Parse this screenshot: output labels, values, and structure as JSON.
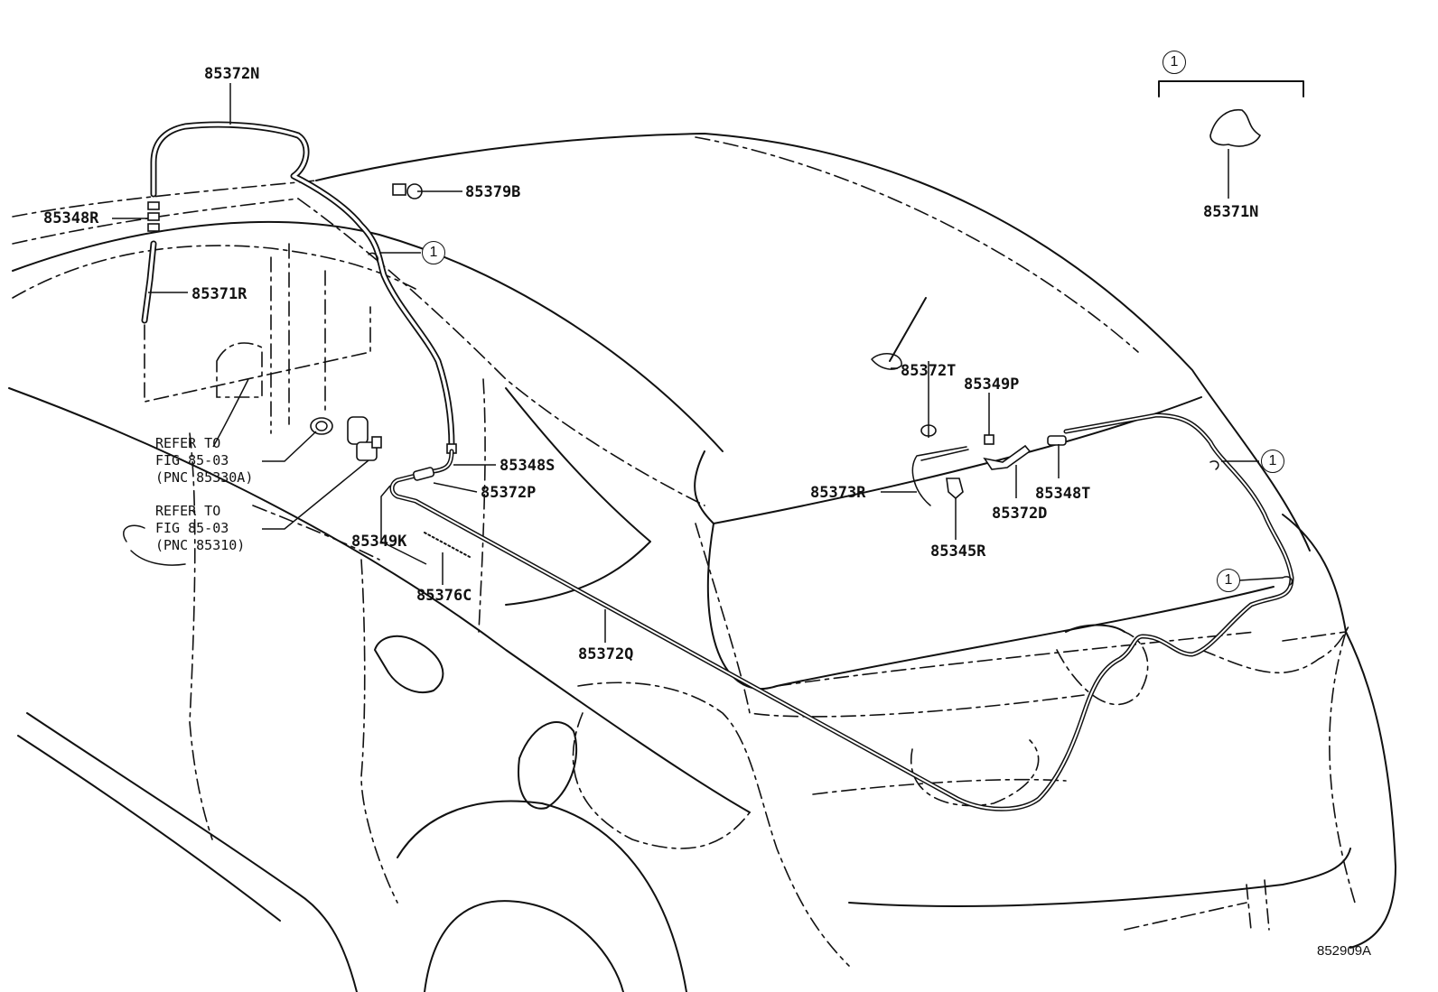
{
  "parts": {
    "p85372N": "85372N",
    "p85348R": "85348R",
    "p85371R": "85371R",
    "p85379B": "85379B",
    "p85348S": "85348S",
    "p85372P": "85372P",
    "p85349K": "85349K",
    "p85376C": "85376C",
    "p85372Q": "85372Q",
    "p85372T": "85372T",
    "p85349P": "85349P",
    "p85373R": "85373R",
    "p85372D": "85372D",
    "p85348T": "85348T",
    "p85345R": "85345R",
    "p85371N": "85371N"
  },
  "references": {
    "ref1_line1": "REFER TO",
    "ref1_line2": "FIG 85-03",
    "ref1_line3": "(PNC 85330A)",
    "ref2_line1": "REFER TO",
    "ref2_line2": "FIG 85-03",
    "ref2_line3": "(PNC 85310)"
  },
  "callout_marker": "1",
  "figure_code": "852909A"
}
